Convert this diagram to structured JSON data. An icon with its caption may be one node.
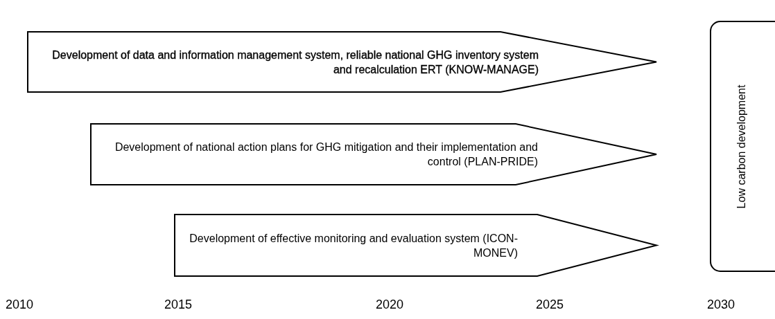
{
  "diagram": {
    "nodes": [
      {
        "text": [
          "Development of data and information management system, reliable national GHG inventory system and recalculation ERT (KNOW-MANAGE)"
        ]
      },
      {
        "text": [
          "Development of national action plans for GHG mitigation and their implementation and control (PLAN-PRIDE)"
        ]
      },
      {
        "text": [
          "Development of effective monitoring and evaluation system (ICON-MONEV)"
        ]
      },
      {
        "text": [
          "Low carbon development"
        ]
      }
    ],
    "labels": [
      "2010",
      "2015",
      "2020",
      "2025",
      "2030"
    ]
  }
}
